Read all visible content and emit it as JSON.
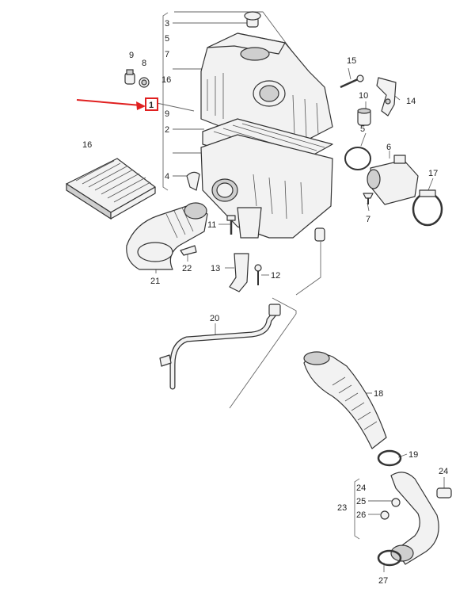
{
  "diagram": {
    "callouts": {
      "c3": "3",
      "c5": "5",
      "c7a": "7",
      "c16a": "16",
      "c1": "1",
      "c9b": "9",
      "c2": "2",
      "c4": "4",
      "c9a": "9",
      "c8": "8",
      "c16b": "16",
      "c15": "15",
      "c14": "14",
      "c10": "10",
      "c5b": "5",
      "c6": "6",
      "c17": "17",
      "c7b": "7",
      "c11": "11",
      "c22": "22",
      "c21": "21",
      "c13": "13",
      "c12": "12",
      "c20": "20",
      "c18": "18",
      "c19": "19",
      "c24a": "24",
      "c25": "25",
      "c26": "26",
      "c23": "23",
      "c24b": "24",
      "c27": "27"
    },
    "highlight": {
      "callout": "1",
      "color": "#e02020"
    }
  }
}
